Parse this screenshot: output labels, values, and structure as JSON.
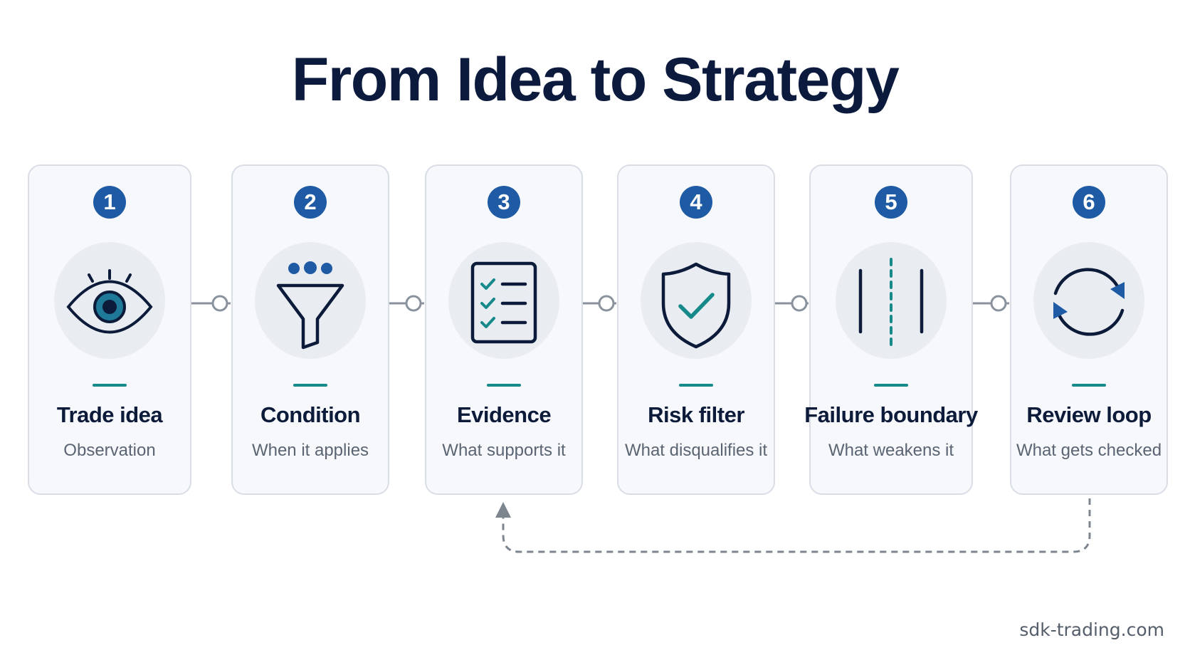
{
  "title": "From Idea to Strategy",
  "steps": [
    {
      "number": "1",
      "title": "Trade idea",
      "subtitle": "Observation",
      "icon": "eye-icon"
    },
    {
      "number": "2",
      "title": "Condition",
      "subtitle": "When it applies",
      "icon": "funnel-icon"
    },
    {
      "number": "3",
      "title": "Evidence",
      "subtitle": "What supports it",
      "icon": "checklist-icon"
    },
    {
      "number": "4",
      "title": "Risk filter",
      "subtitle": "What disqualifies it",
      "icon": "shield-check-icon"
    },
    {
      "number": "5",
      "title": "Failure boundary",
      "subtitle": "What weakens it",
      "icon": "boundary-lines-icon"
    },
    {
      "number": "6",
      "title": "Review loop",
      "subtitle": "What gets checked",
      "icon": "refresh-icon"
    }
  ],
  "footer": "sdk-trading.com",
  "colors": {
    "title": "#0c1b3d",
    "badge": "#1f5aa5",
    "accent": "#16898b",
    "card_bg": "#f7f8fb",
    "card_border": "#d8dde6"
  }
}
